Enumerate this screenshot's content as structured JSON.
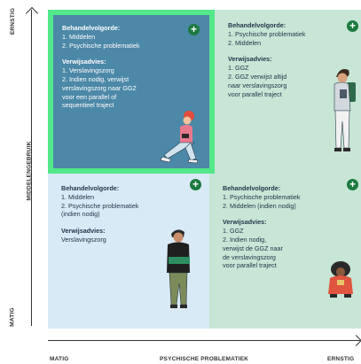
{
  "axes": {
    "y_high": "ERNSTIG",
    "y_mid": "MIDDELENGEBRUIK",
    "y_low": "MATIG",
    "x_low": "MATIG",
    "x_mid": "PSYCHISCHE PROBLEMATIEK",
    "x_high": "ERNSTIG"
  },
  "quadrants": {
    "top_left": {
      "h1": "Behandelvolgorde:",
      "l1": "1. Middelen",
      "l2": "2. Psychische problematiek",
      "h2": "Verwijsadvies:",
      "l3": "1. Verslavingszorg",
      "l4": "2. Indien nodig, verwijst",
      "l5": "verslavingszorg naar GGZ",
      "l6": "voor een parallel of",
      "l7": "sequentieel traject"
    },
    "top_right": {
      "h1": "Behandelvolgorde:",
      "l1": "1. Psychische problematiek",
      "l2": "2. Middelen",
      "h2": "Verwijsadvies:",
      "l3": "1. GGZ",
      "l4": "2. GGZ verwijst altijd",
      "l5": "naar verslavingszorg",
      "l6": "voor parallel traject"
    },
    "bottom_left": {
      "h1": "Behandelvolgorde:",
      "l1": "1. Middelen",
      "l2": "2. Psychische problematiek",
      "l3": "(indien nodig)",
      "h2": "Verwijsadvies:",
      "l4": "Verslavingszorg"
    },
    "bottom_right": {
      "h1": "Behandelvolgorde:",
      "l1": "1. Psychische problematiek",
      "l2": "2. Middelen (indien nodig)",
      "h2": "Verwijsadvies:",
      "l3": "1. GGZ",
      "l4": "2. Indien nodig,",
      "l5": "verwijst de GGZ naar",
      "l6": "de verslavingszorg",
      "l7": "voor parallel traject"
    }
  },
  "plus_symbol": "+",
  "colors": {
    "highlight_border": "#53e88a",
    "top_left_bg": "#4c88a7",
    "green_bg": "#c7e6d6",
    "blue_bg": "#d8eaf5",
    "plus_bg": "#1c7a40"
  }
}
